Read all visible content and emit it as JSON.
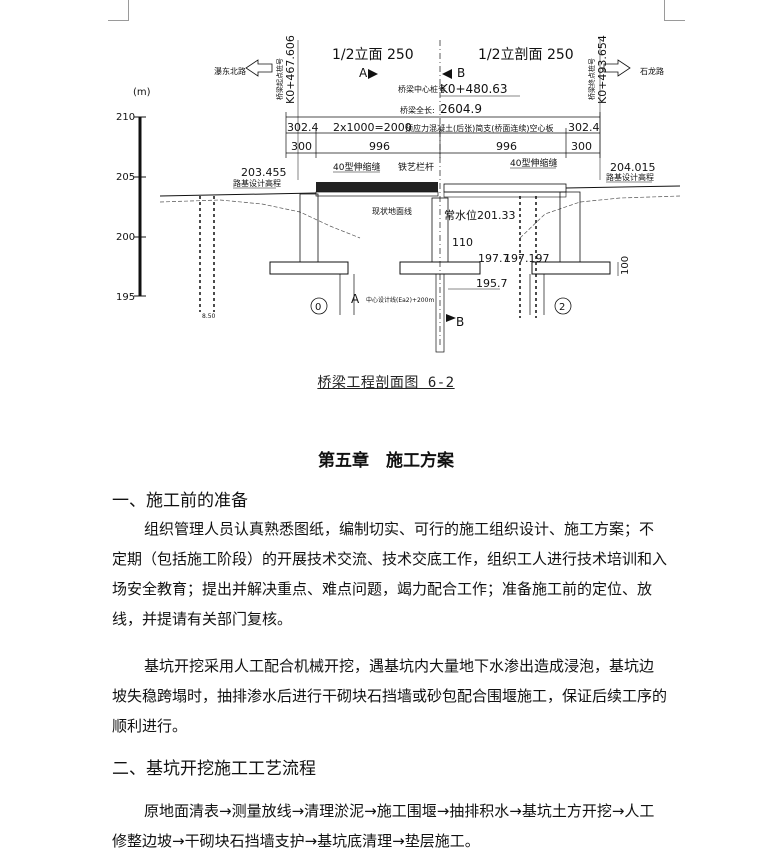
{
  "drawing": {
    "unit_label": "(m)",
    "elev_ticks": [
      "210",
      "205",
      "200",
      "195"
    ],
    "half_elev_label": "1/2立面 250",
    "half_section_label": "1/2立剖面 250",
    "section_A": "A",
    "section_B": "B",
    "west_label": "瀑东北路",
    "east_label": "石龙路",
    "left_chainage": "K0+467.606",
    "right_chainage": "K0+493.654",
    "left_chainage_note": "桥梁起点桩号",
    "right_chainage_note": "桥梁终点桩号",
    "center_note": "桥梁中心桩号",
    "center_chainage": "K0+480.63",
    "length_note": "桥梁全长:",
    "total_length": "2604.9",
    "dim_302_left": "302.4",
    "span_text": "2x1000=2000",
    "span_note": "预应力混凝土(后张)简支(桥面连续)空心板",
    "dim_302_right": "302.4",
    "dim_300_left": "300",
    "dim_996_left": "996",
    "dim_996_right": "996",
    "dim_300_right": "300",
    "joint_left": "40型伸缩缝",
    "railing": "铁艺栏杆",
    "joint_right": "40型伸缩缝",
    "elev_left_top": "203.455",
    "elev_right_top": "204.015",
    "design_elev_left": "路基设计高程",
    "design_elev_right": "路基设计高程",
    "ground_line": "现状地面线",
    "water_level": "常水位201.33",
    "elev_pile_cap": "197.7",
    "elev_pile_cap2": "197.197",
    "elev_bottom": "195.7",
    "pier_label": "110",
    "pier_num_left": "0",
    "pier_num_right": "2",
    "cap_dim": "100",
    "design_line_note": "中心设计线(Ea2)+200m",
    "sample_depth": "8.50"
  },
  "caption": "桥梁工程剖面图  6-2",
  "chapter_title": "第五章　施工方案",
  "section1_title": "一、施工前的准备",
  "para1": "组织管理人员认真熟悉图纸，编制切实、可行的施工组织设计、施工方案；不定期（包括施工阶段）的开展技术交流、技术交底工作，组织工人进行技术培训和入场安全教育；提出并解决重点、难点问题，竭力配合工作；准备施工前的定位、放线，并提请有关部门复核。",
  "para2": "基坑开挖采用人工配合机械开挖，遇基坑内大量地下水渗出造成浸泡，基坑边坡失稳跨塌时，抽排渗水后进行干砌块石挡墙或砂包配合围堰施工，保证后续工序的顺利进行。",
  "section2_title": "二、基坑开挖施工工艺流程",
  "para3": "原地面清表→测量放线→清理淤泥→施工围堰→抽排积水→基坑土方开挖→人工修整边坡→干砌块石挡墙支护→基坑底清理→垫层施工。"
}
